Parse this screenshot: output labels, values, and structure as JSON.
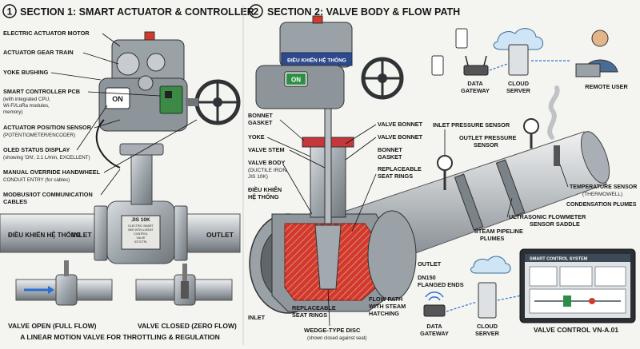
{
  "section1": {
    "number": "1",
    "title": "SECTION 1: SMART ACTUATOR & CONTROLLER",
    "labels": {
      "motor": "ELECTRIC ACTUATOR MOTOR",
      "gear_train": "ACTUATOR GEAR TRAIN",
      "yoke_bushing": "YOKE BUSHING",
      "pcb_title": "SMART CONTROLLER PCB",
      "pcb_detail_1": "(with integrated CPU,",
      "pcb_detail_2": "Wi-Fi/LoRa modules,",
      "pcb_detail_3": "memory)",
      "position_sensor": "ACTUATOR POSITION SENSOR",
      "position_sensor_detail": "(POTENTIOMETER/ENCODER)",
      "oled_title": "OLED STATUS DISPLAY",
      "oled_detail": "(showing 'ON', 2.1 L/min, EXCELLENT)",
      "handwheel": "MANUAL OVERRIDE HANDWHEEL",
      "conduit": "CONDUIT ENTRY (for cables)",
      "modbus_1": "MODBUS/IOT COMMUNICATION",
      "modbus_2": "CABLES"
    },
    "oled_text": "ON",
    "pipe_left": "ĐIỀU KHIỂN HỆ THỐNG",
    "pipe_inlet": "INLET",
    "pipe_outlet": "OUTLET",
    "tag_lines": [
      "JIS 10K",
      "ELECTRIC SMART",
      "BEE INTELLIGENT",
      "CONTROL",
      "VALVE",
      "IOT/CTRL"
    ],
    "state_open": "VALVE OPEN (FULL FLOW)",
    "state_closed": "VALVE CLOSED (ZERO FLOW)",
    "caption": "A LINEAR MOTION VALVE FOR THROTTLING & REGULATION"
  },
  "section2": {
    "number": "2",
    "title": "SECTION 2: VALVE BODY & FLOW PATH",
    "actuator_plate": "ĐIỀU KHIỂN HỆ THỐNG",
    "oled_text": "ON",
    "left_labels": {
      "bonnet_gasket_1": "BONNET",
      "bonnet_gasket_2": "GASKET",
      "yoke": "YOKE",
      "valve_stem": "VALVE STEM",
      "valve_body_1": "VALVE BODY",
      "valve_body_2": "(DUCTILE IRON,",
      "valve_body_3": "JIS 10K)",
      "vn_1": "ĐIỀU KHIỂN",
      "vn_2": "HỆ THỐNG",
      "inlet": "INLET"
    },
    "center_labels": {
      "valve_bonnet_a": "VALVE BONNET",
      "valve_bonnet_b": "VALVE BONNET",
      "bonnet_gasket_1": "BONNET",
      "bonnet_gasket_2": "GASKET",
      "replaceable_1": "REPLACEABLE",
      "replaceable_2": "SEAT RINGS",
      "outlet": "OUTLET",
      "dn150_1": "DN150",
      "dn150_2": "FLANGED ENDS",
      "flow_1": "FLOW PATH",
      "flow_2": "WITH STEAM",
      "flow_3": "HATCHING",
      "seat_1": "REPLACEABLE",
      "seat_2": "SEAT RINGS",
      "wedge_1": "WEDGE-TYPE DISC",
      "wedge_2": "(shown closed against seat)"
    },
    "sensors": {
      "inlet_pressure": "INLET PRESSURE SENSOR",
      "outlet_pressure_1": "OUTLET PRESSURE",
      "outlet_pressure_2": "SENSOR",
      "temperature_1": "TEMPERATURE SENSOR",
      "temperature_2": "(THERMOWELL)",
      "condensation": "CONDENSATION PLUMES",
      "ultrasonic_1": "ULTRASONIC FLOWMETER",
      "ultrasonic_2": "SENSOR SADDLE",
      "steam_1": "STEAM PIPELINE",
      "steam_2": "PLUMES"
    },
    "network_top": {
      "gateway_1": "DATA",
      "gateway_2": "GATEWAY",
      "server_1": "CLOUD",
      "server_2": "SERVER",
      "user": "REMOTE USER"
    },
    "network_bottom": {
      "gateway_1": "DATA",
      "gateway_2": "GATEWAY",
      "server_1": "CLOUD",
      "server_2": "SERVER"
    },
    "monitor_caption": "VALVE CONTROL VN-A.01",
    "monitor_header": "SMART CONTROL SYSTEM"
  }
}
